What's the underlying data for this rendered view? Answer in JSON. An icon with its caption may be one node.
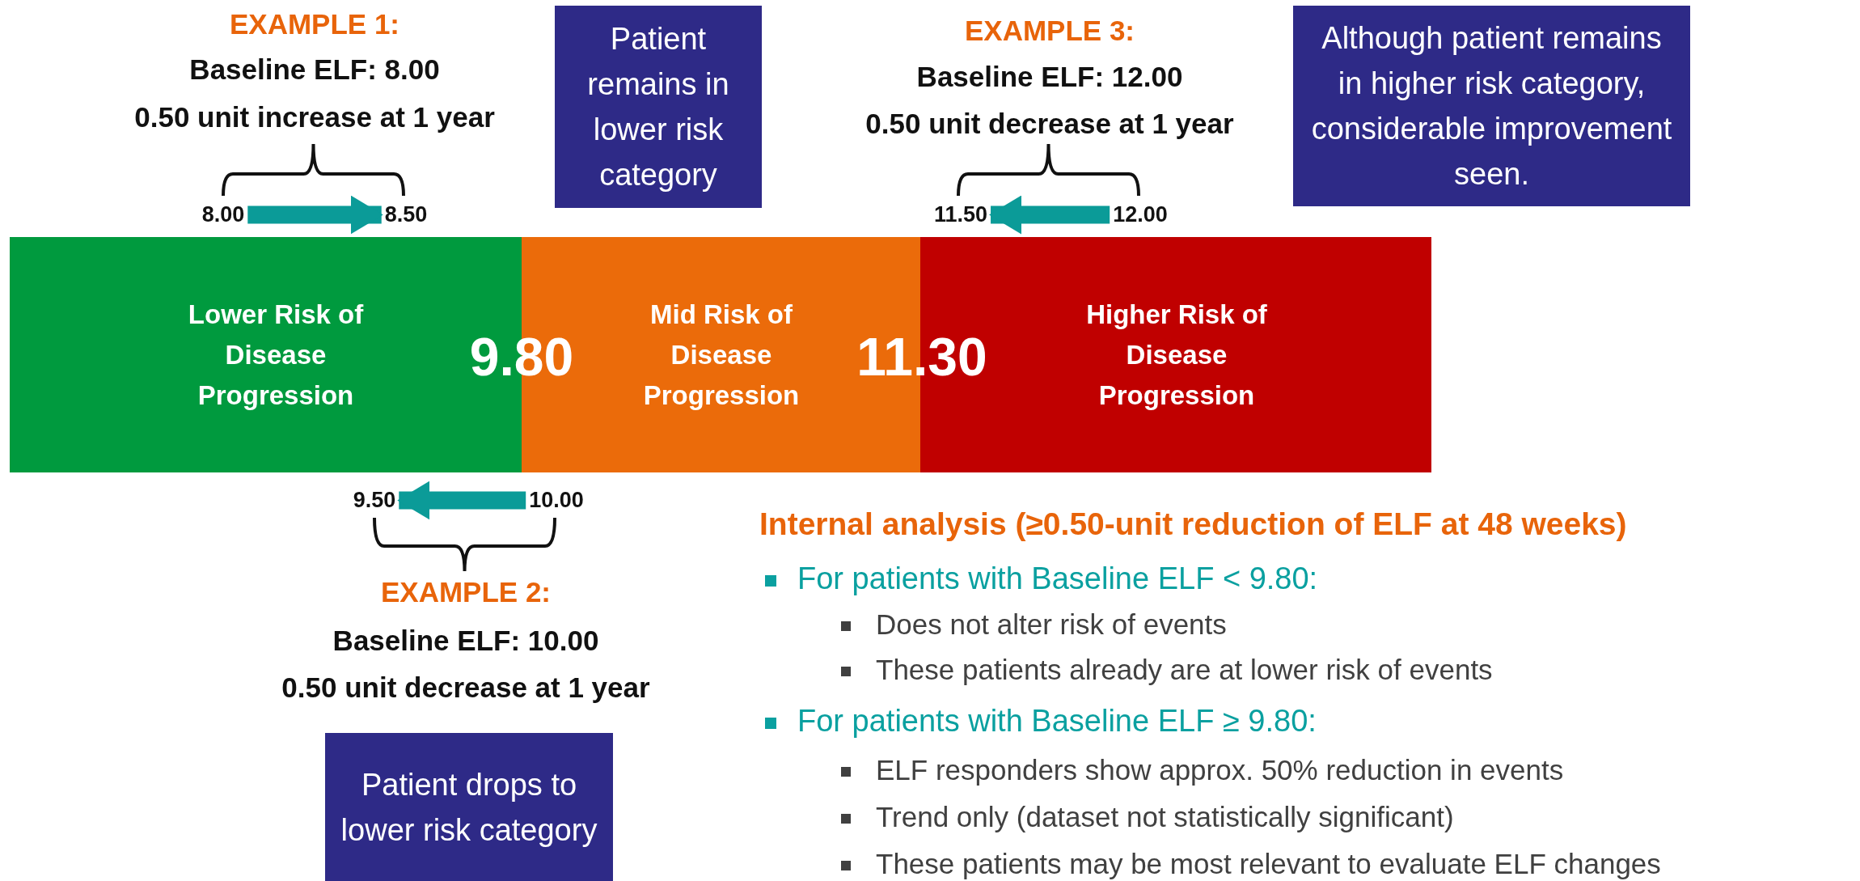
{
  "diagram": {
    "nodes": [
      {
        "text": [
          "Patient remains in lower risk category"
        ]
      },
      {
        "text": [
          "Although patient remains in higher risk category, considerable improvement seen."
        ]
      },
      {
        "text": [
          "8.00"
        ]
      },
      {
        "text": [
          "8.50"
        ]
      },
      {
        "text": [
          "11.50"
        ]
      },
      {
        "text": [
          "12.00"
        ]
      },
      {
        "text": [
          "Lower Risk of Disease Progression"
        ]
      },
      {
        "text": [
          "Mid Risk of Disease Progression"
        ]
      },
      {
        "text": [
          "Higher Risk of Disease Progression"
        ]
      },
      {
        "text": [
          "9.50"
        ]
      },
      {
        "text": [
          "10.00"
        ]
      },
      {
        "text": [
          "Patient drops to lower risk category"
        ]
      }
    ],
    "edges": [
      {
        "from": 2,
        "to": 3,
        "arrow": "to"
      },
      {
        "from": 5,
        "to": 4,
        "arrow": "to"
      },
      {
        "from": 10,
        "to": 9,
        "arrow": "to"
      }
    ],
    "labels": [
      "EXAMPLE 1:",
      "Baseline ELF: 8.00",
      "0.50 unit increase at 1 year",
      "EXAMPLE 3:",
      "Baseline ELF: 12.00",
      "0.50 unit decrease at 1 year",
      "9.80",
      "11.30",
      "EXAMPLE 2:",
      "Baseline ELF: 10.00",
      "0.50 unit decrease at 1 year",
      "Internal analysis (≥0.50-unit reduction of ELF at 48 weeks)",
      "For patients with Baseline ELF < 9.80:",
      "Does not alter risk of events",
      "These patients already are at lower risk of events",
      "For patients with Baseline ELF ≥ 9.80:",
      "ELF responders show approx. 50% reduction in events",
      "Trend only (dataset not statistically significant)",
      "These patients may be most relevant to evaluate ELF changes"
    ]
  }
}
